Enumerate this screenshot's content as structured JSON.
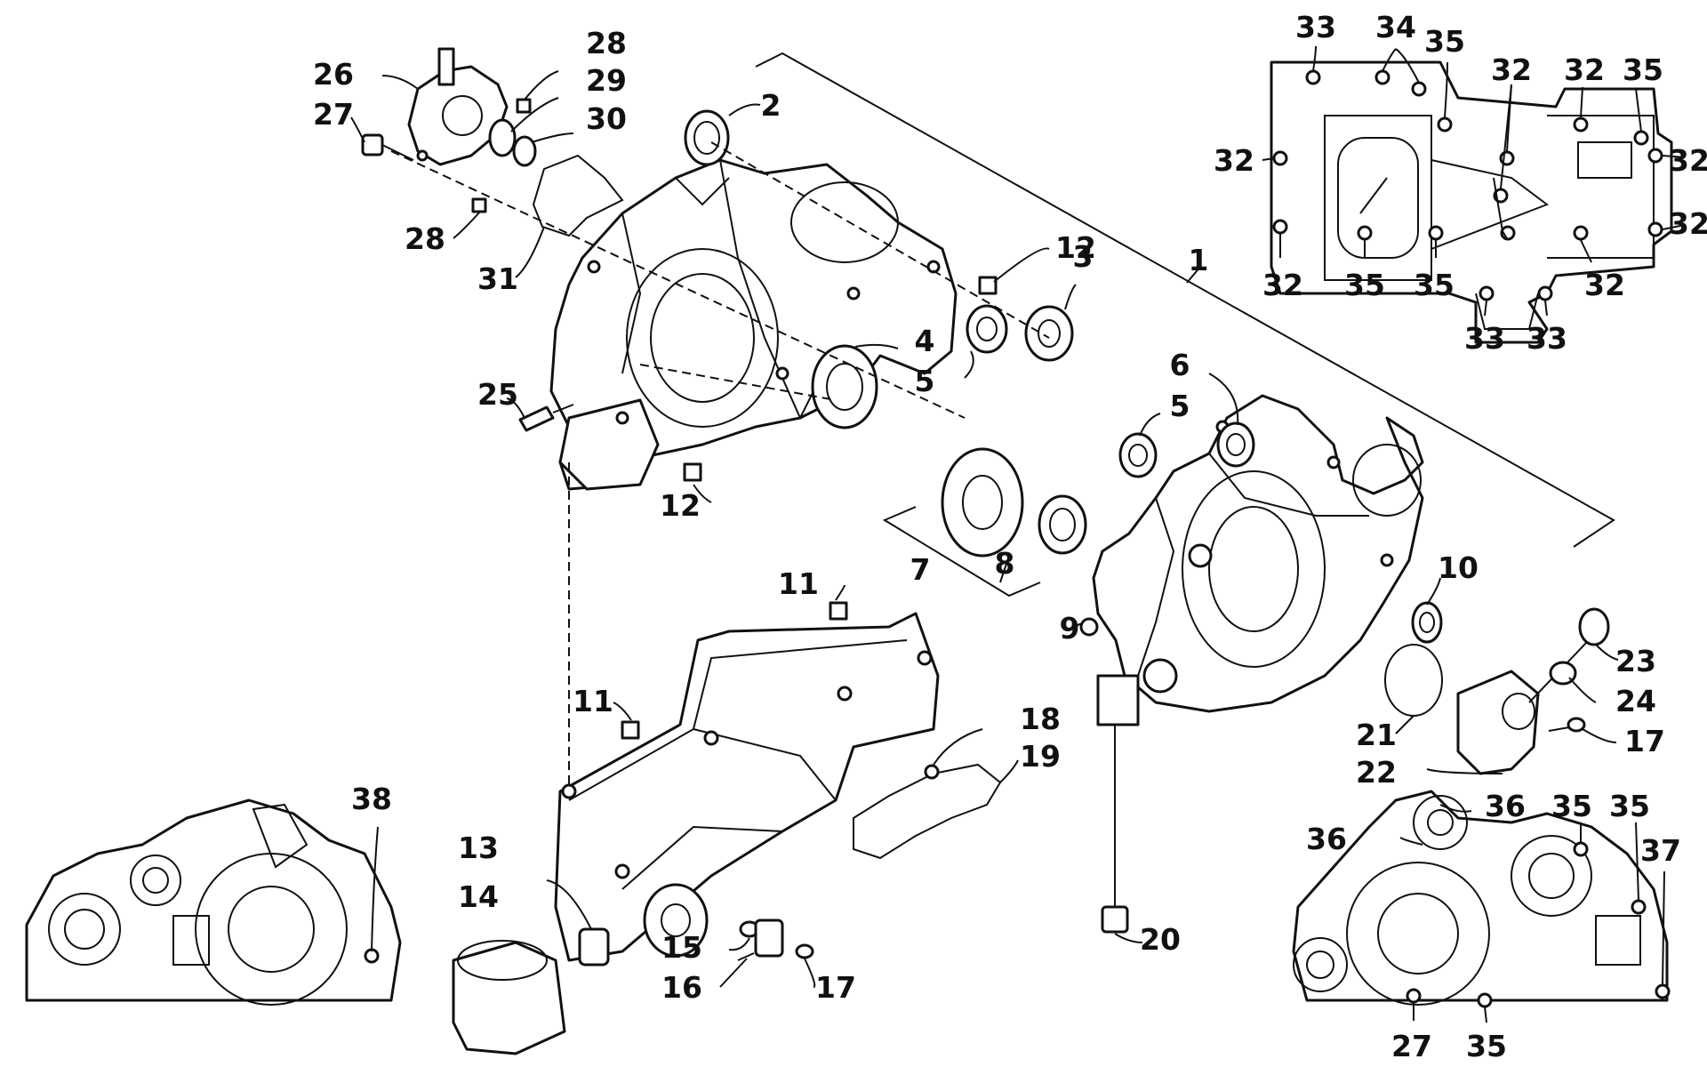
{
  "parts": [
    {
      "id": "1",
      "label": "1"
    },
    {
      "id": "2",
      "label": "2"
    },
    {
      "id": "3",
      "label": "3"
    },
    {
      "id": "4",
      "label": "4"
    },
    {
      "id": "5a",
      "label": "5"
    },
    {
      "id": "5b",
      "label": "5"
    },
    {
      "id": "6",
      "label": "6"
    },
    {
      "id": "7",
      "label": "7"
    },
    {
      "id": "8",
      "label": "8"
    },
    {
      "id": "9",
      "label": "9"
    },
    {
      "id": "10",
      "label": "10"
    },
    {
      "id": "11a",
      "label": "11"
    },
    {
      "id": "11b",
      "label": "11"
    },
    {
      "id": "12a",
      "label": "12"
    },
    {
      "id": "12b",
      "label": "12"
    },
    {
      "id": "13",
      "label": "13"
    },
    {
      "id": "14",
      "label": "14"
    },
    {
      "id": "15",
      "label": "15"
    },
    {
      "id": "16",
      "label": "16"
    },
    {
      "id": "17a",
      "label": "17"
    },
    {
      "id": "17b",
      "label": "17"
    },
    {
      "id": "18",
      "label": "18"
    },
    {
      "id": "19",
      "label": "19"
    },
    {
      "id": "20",
      "label": "20"
    },
    {
      "id": "21",
      "label": "21"
    },
    {
      "id": "22",
      "label": "22"
    },
    {
      "id": "23",
      "label": "23"
    },
    {
      "id": "24",
      "label": "24"
    },
    {
      "id": "25",
      "label": "25"
    },
    {
      "id": "26",
      "label": "26"
    },
    {
      "id": "27a",
      "label": "27"
    },
    {
      "id": "27b",
      "label": "27"
    },
    {
      "id": "28a",
      "label": "28"
    },
    {
      "id": "28b",
      "label": "28"
    },
    {
      "id": "29",
      "label": "29"
    },
    {
      "id": "30",
      "label": "30"
    },
    {
      "id": "31",
      "label": "31"
    },
    {
      "id": "32a",
      "label": "32"
    },
    {
      "id": "32b",
      "label": "32"
    },
    {
      "id": "32c",
      "label": "32"
    },
    {
      "id": "32d",
      "label": "32"
    },
    {
      "id": "32e",
      "label": "32"
    },
    {
      "id": "32f",
      "label": "32"
    },
    {
      "id": "32g",
      "label": "32"
    },
    {
      "id": "33a",
      "label": "33"
    },
    {
      "id": "33b",
      "label": "33"
    },
    {
      "id": "33c",
      "label": "33"
    },
    {
      "id": "34",
      "label": "34"
    },
    {
      "id": "35a",
      "label": "35"
    },
    {
      "id": "35b",
      "label": "35"
    },
    {
      "id": "35c",
      "label": "35"
    },
    {
      "id": "35d",
      "label": "35"
    },
    {
      "id": "35e",
      "label": "35"
    },
    {
      "id": "35f",
      "label": "35"
    },
    {
      "id": "35g",
      "label": "35"
    },
    {
      "id": "36a",
      "label": "36"
    },
    {
      "id": "36b",
      "label": "36"
    },
    {
      "id": "37",
      "label": "37"
    },
    {
      "id": "38",
      "label": "38"
    }
  ]
}
